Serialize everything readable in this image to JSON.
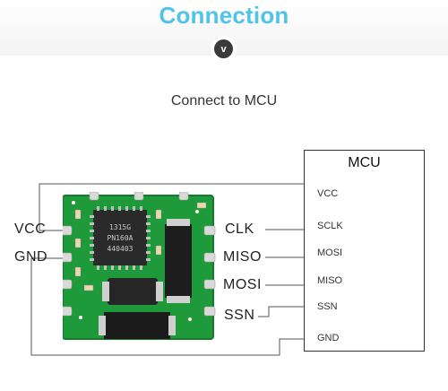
{
  "header": {
    "title": "Connection",
    "chevron": "v"
  },
  "subtitle": "Connect to MCU",
  "mcu": {
    "title": "MCU",
    "pins": [
      "VCC",
      "SCLK",
      "MOSI",
      "MISO",
      "SSN",
      "GND"
    ]
  },
  "module": {
    "left_pins": [
      "VCC",
      "GND"
    ],
    "right_pins": [
      "CLK",
      "MISO",
      "MOSI",
      "SSN"
    ],
    "chip_marking": [
      "1315G",
      "PN160A",
      "440403"
    ]
  }
}
